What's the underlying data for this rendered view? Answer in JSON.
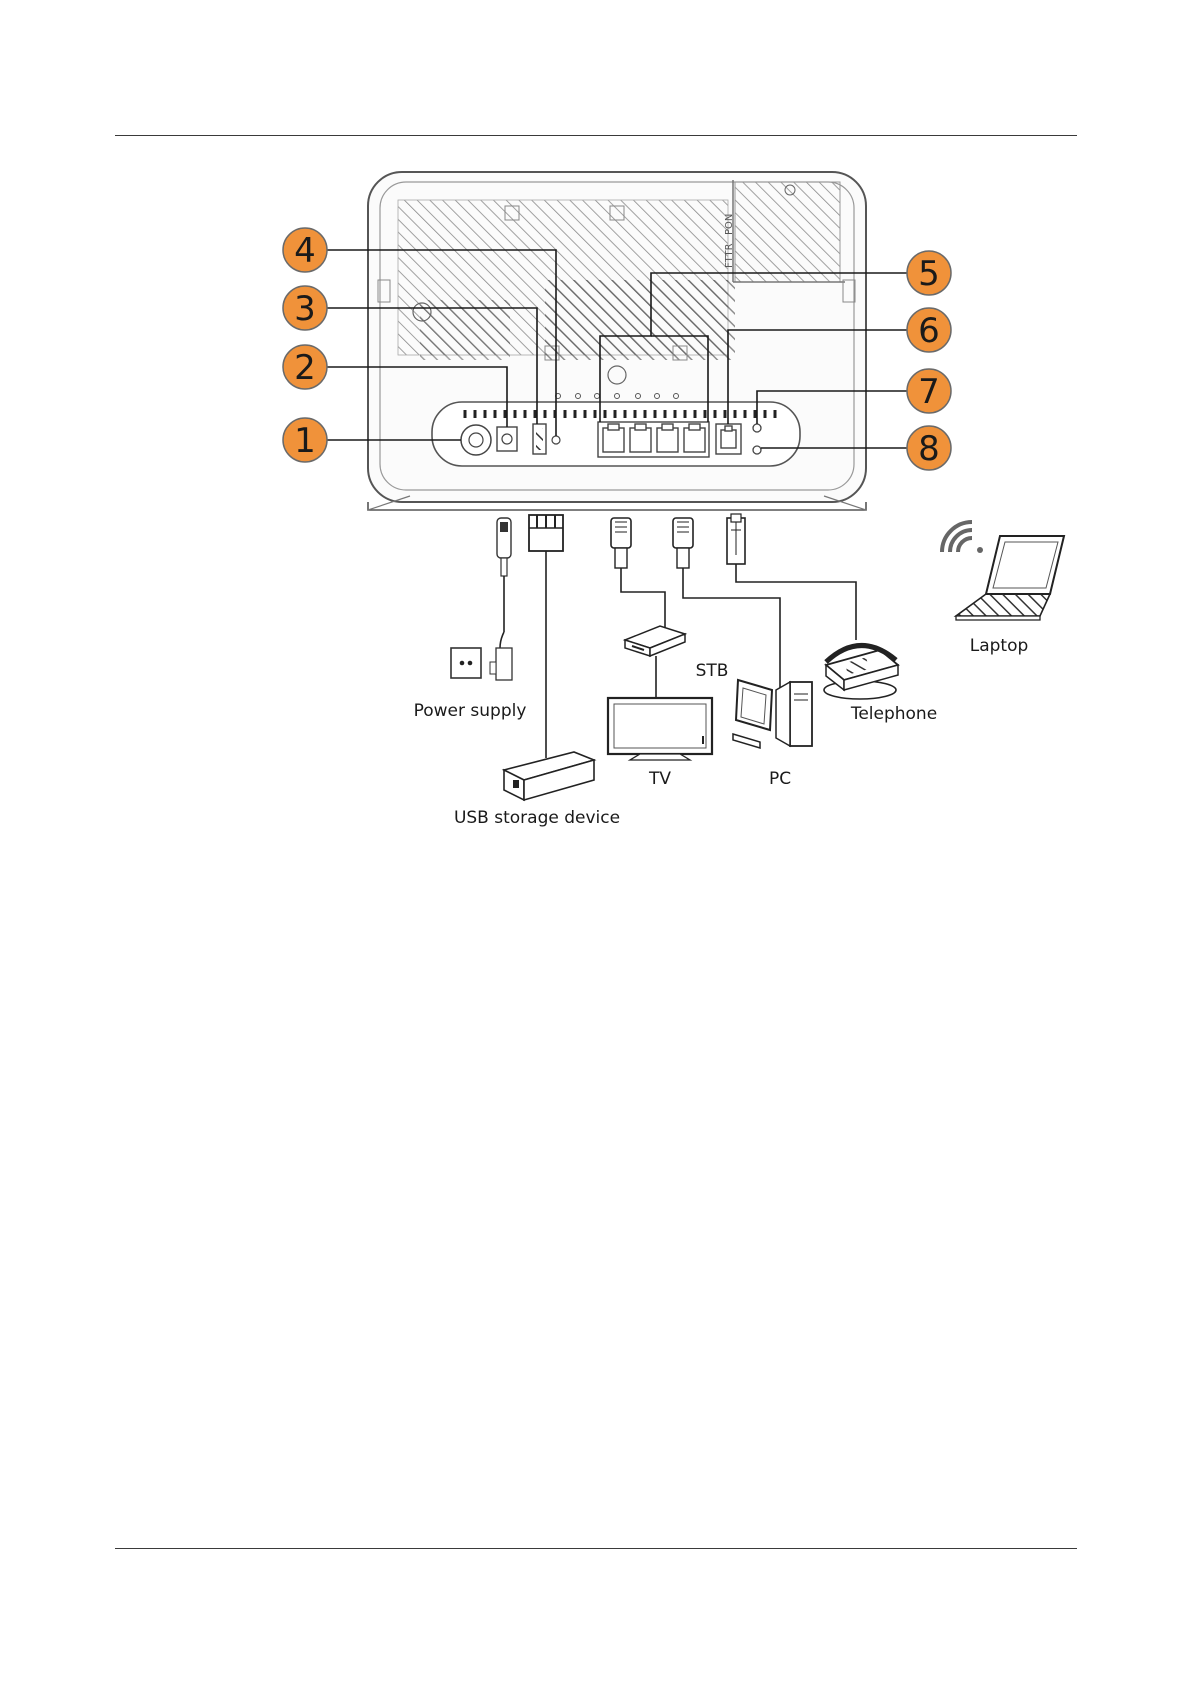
{
  "diagram": {
    "callouts": [
      "1",
      "2",
      "3",
      "4",
      "5",
      "6",
      "7",
      "8"
    ],
    "devices": {
      "power_supply": "Power supply",
      "usb_storage": "USB storage device",
      "stb": "STB",
      "tv": "TV",
      "pc": "PC",
      "telephone": "Telephone",
      "laptop": "Laptop"
    },
    "panel_markings": {
      "pon": "PON",
      "fttr": "FTTR"
    },
    "colors": {
      "callout_fill": "#f0923a",
      "callout_stroke": "#6a6a6a",
      "line": "#1a1a1a",
      "device_body": "#f4f4f4"
    }
  }
}
